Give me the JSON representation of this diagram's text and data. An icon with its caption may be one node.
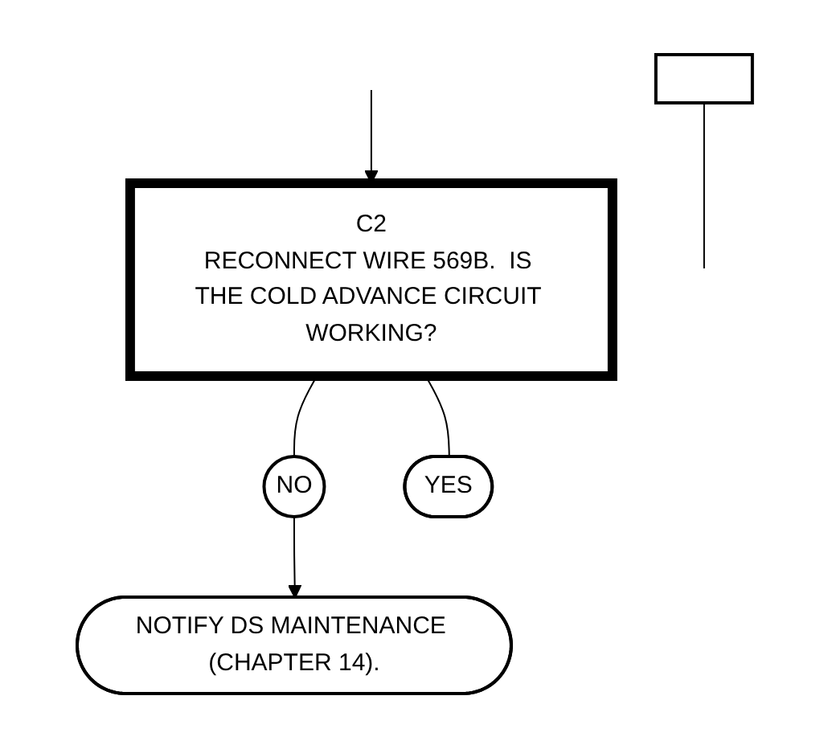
{
  "diagram": {
    "nodes": [
      {
        "text": [
          "C2",
          "RECONNECT WIRE 569B.  IS THE COLD ADVANCE CIRCUIT WORKING?"
        ]
      },
      {
        "text": [],
        "shape": "box"
      },
      {
        "text": [
          "NO"
        ]
      },
      {
        "text": [
          "NOTIFY DS MAINTENANCE (CHAPTER 14)."
        ]
      },
      {
        "text": [
          "YES"
        ]
      }
    ],
    "edges": [
      {
        "from": null,
        "to": 0,
        "arrow": "to"
      },
      {
        "from": 1,
        "to": null,
        "arrow": "none"
      },
      {
        "from": 0,
        "to": 2,
        "arrow": "none"
      },
      {
        "from": 2,
        "to": 3,
        "arrow": "to"
      },
      {
        "from": 0,
        "to": 4,
        "arrow": "none"
      }
    ]
  }
}
